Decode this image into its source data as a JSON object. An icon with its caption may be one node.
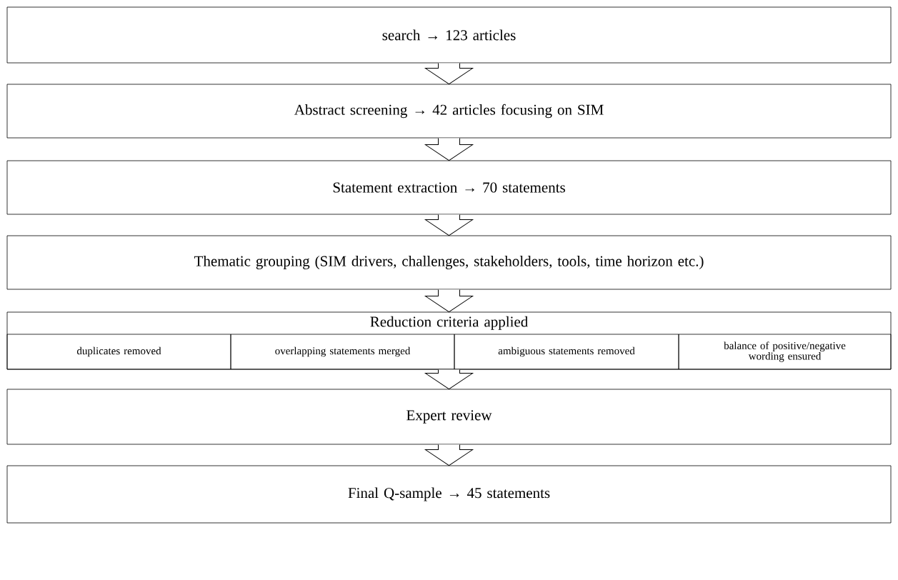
{
  "diagram": {
    "nodes": [
      {
        "text": [
          "search → 123 articles"
        ]
      },
      {
        "text": [
          "Abstract screening → 42 articles focusing on SIM"
        ]
      },
      {
        "text": [
          "Statement extraction → 70 statements"
        ]
      },
      {
        "text": [
          "Thematic grouping (SIM drivers, challenges, stakeholders, tools, time horizon etc.)"
        ]
      },
      {
        "text": [
          "Reduction criteria applied"
        ]
      },
      {
        "text": [
          "duplicates removed"
        ],
        "in": 4
      },
      {
        "text": [
          "overlapping statements merged"
        ],
        "in": 4
      },
      {
        "text": [
          "ambiguous statements removed"
        ],
        "in": 4
      },
      {
        "text": [
          "balance of positive/negative wording ensured"
        ],
        "in": 4
      },
      {
        "text": [
          "Expert review"
        ]
      },
      {
        "text": [
          "Final Q-sample → 45 statements"
        ]
      }
    ],
    "edges": [
      {
        "from": 0,
        "to": 1,
        "arrow": "to"
      },
      {
        "from": 1,
        "to": 2,
        "arrow": "to"
      },
      {
        "from": 2,
        "to": 3,
        "arrow": "to"
      },
      {
        "from": 3,
        "to": 4,
        "arrow": "to"
      },
      {
        "from": 4,
        "to": 9,
        "arrow": "to"
      },
      {
        "from": 9,
        "to": 10,
        "arrow": "to"
      }
    ]
  }
}
